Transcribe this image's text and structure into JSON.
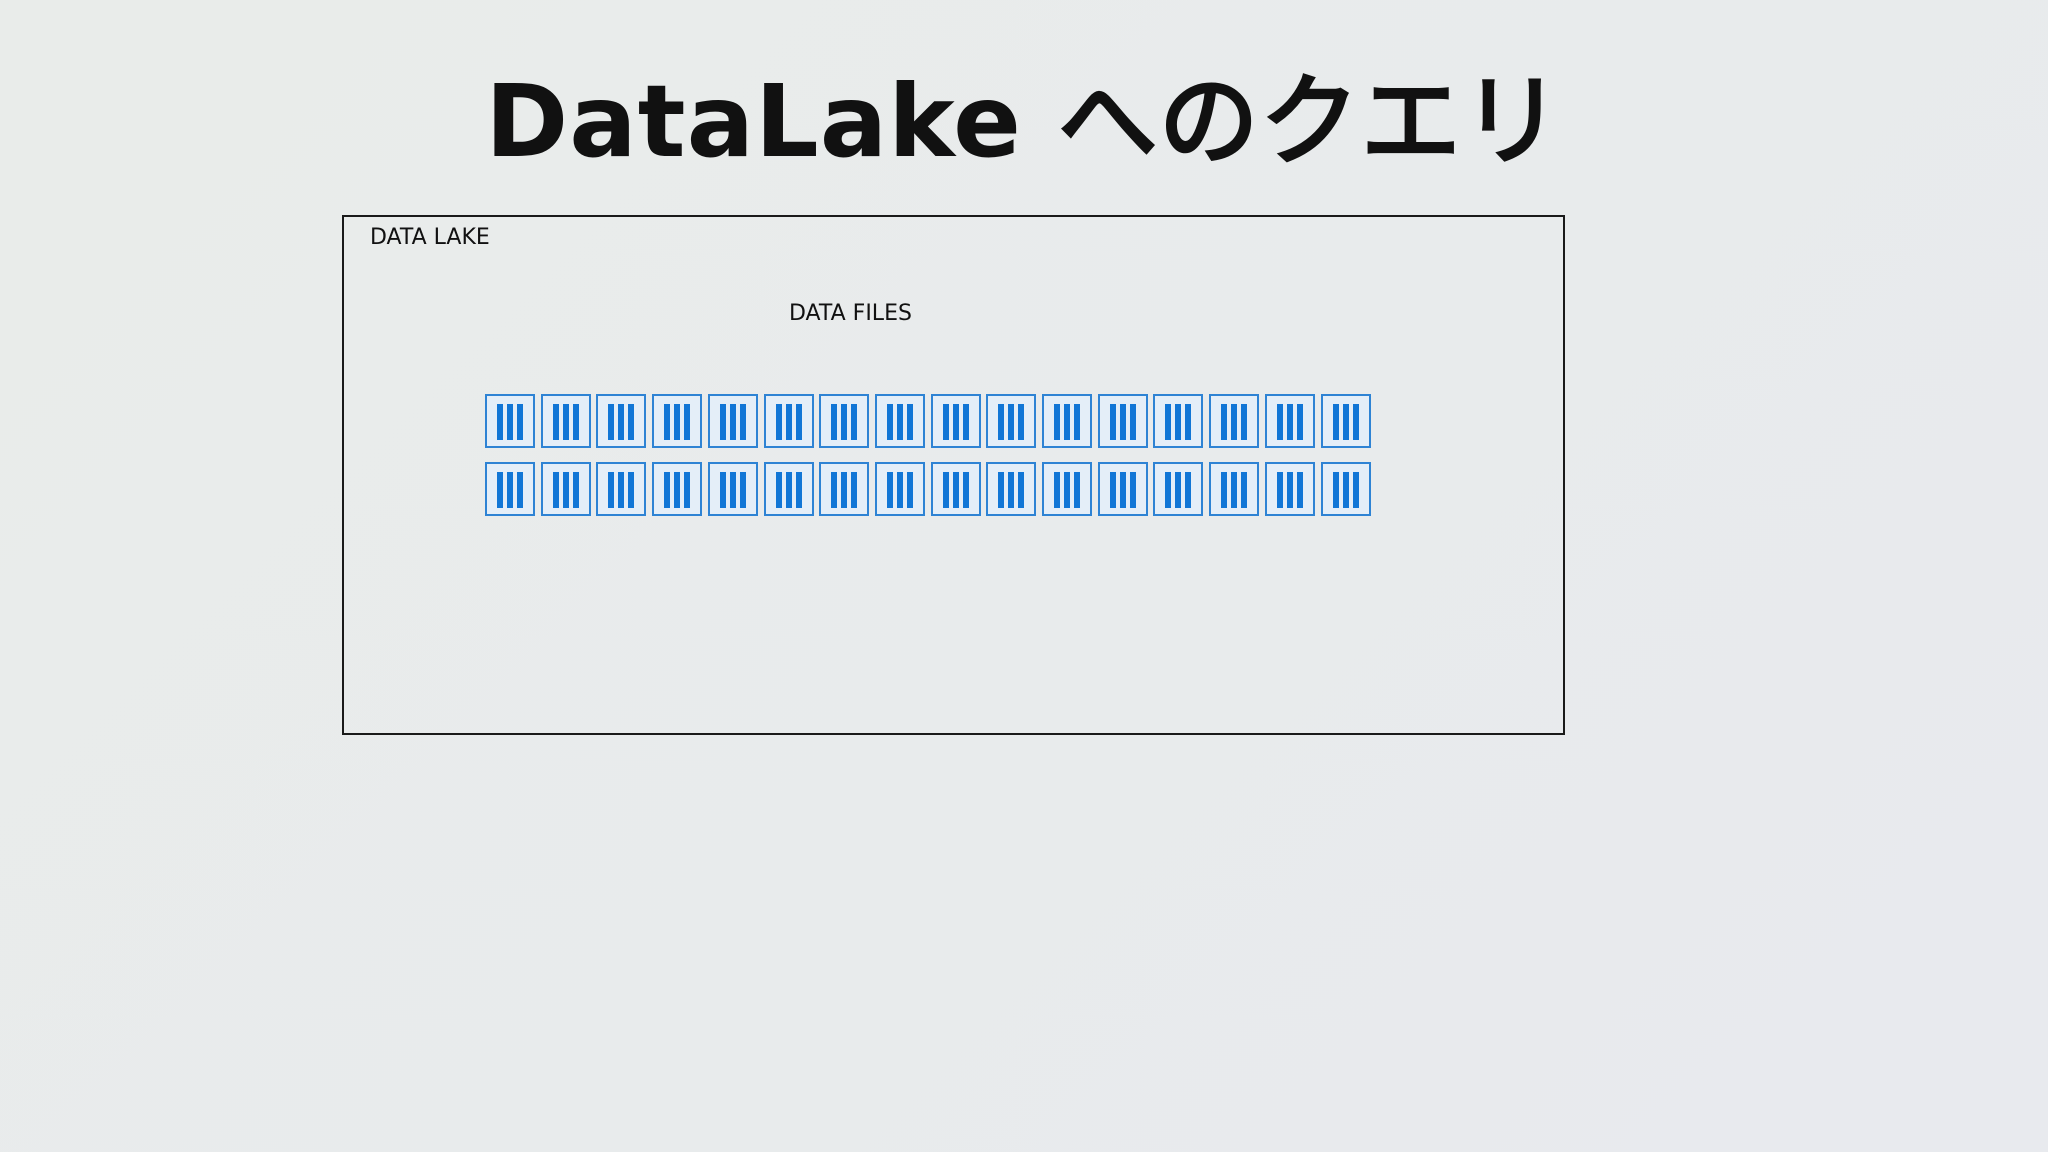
{
  "slide": {
    "title": "DataLake へのクエリ"
  },
  "data_lake": {
    "label": "DATA LAKE",
    "files_label": "DATA FILES",
    "file_rows": [
      {
        "count": 16
      },
      {
        "count": 16
      }
    ],
    "file_icon": "data-file-icon",
    "colors": {
      "icon_border": "#2e83d4",
      "icon_bars": "#1176d6",
      "icon_fill": "#e4eef8",
      "box_border": "#1a1a1a"
    }
  }
}
